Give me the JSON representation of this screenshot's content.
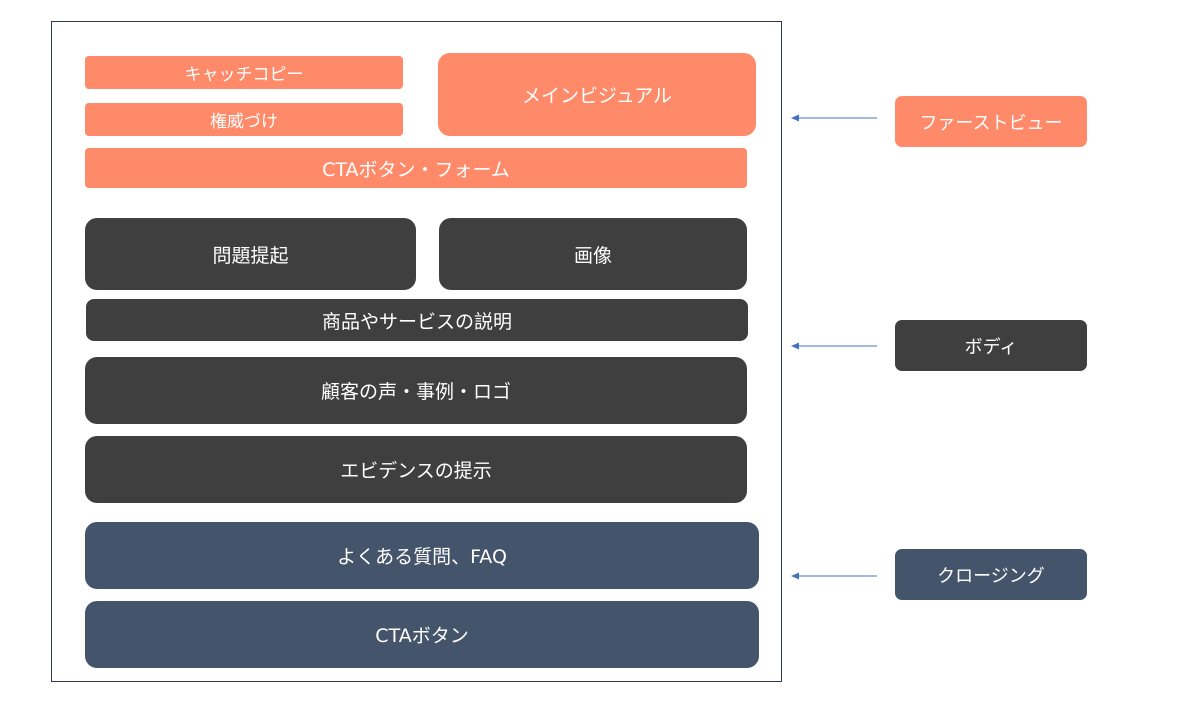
{
  "first_view": {
    "catch_copy": "キャッチコピー",
    "authority": "権威づけ",
    "main_visual": "メインビジュアル",
    "cta_form": "CTAボタン・フォーム"
  },
  "body": {
    "problem": "問題提起",
    "image": "画像",
    "product_desc": "商品やサービスの説明",
    "testimonials": "顧客の声・事例・ロゴ",
    "evidence": "エビデンスの提示"
  },
  "closing": {
    "faq": "よくある質問、FAQ",
    "cta": "CTAボタン"
  },
  "legend": {
    "first_view": "ファーストビュー",
    "body": "ボディ",
    "closing": "クロージング"
  },
  "colors": {
    "first_view": "#ff8a6a",
    "body": "#3f3f3f",
    "closing": "#44546a",
    "arrow": "#4472c4"
  }
}
